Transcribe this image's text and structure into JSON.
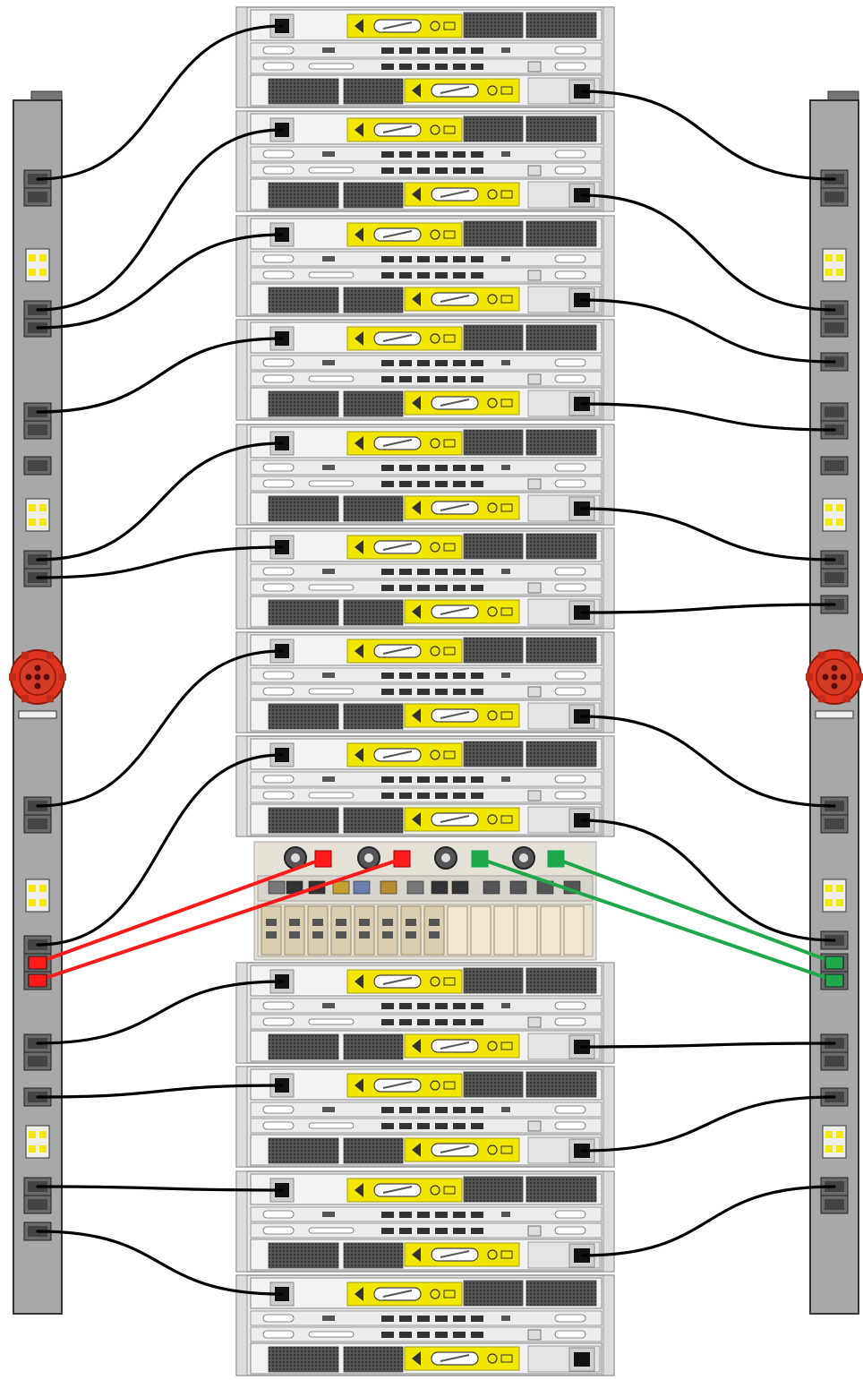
{
  "diagram": {
    "kind": "rack-power-cabling",
    "shelves": [
      {
        "type": "disk-shelf"
      },
      {
        "type": "disk-shelf"
      },
      {
        "type": "disk-shelf"
      },
      {
        "type": "disk-shelf"
      },
      {
        "type": "disk-shelf"
      },
      {
        "type": "disk-shelf"
      },
      {
        "type": "disk-shelf"
      },
      {
        "type": "disk-shelf"
      },
      {
        "type": "controller"
      },
      {
        "type": "disk-shelf"
      },
      {
        "type": "disk-shelf"
      },
      {
        "type": "disk-shelf"
      },
      {
        "type": "disk-shelf"
      }
    ],
    "pdus": [
      {
        "side": "left",
        "connector_icon": "red-power-inlet-icon"
      },
      {
        "side": "right",
        "connector_icon": "red-power-inlet-icon"
      }
    ],
    "cable_colors": {
      "shelf_power": "#000000",
      "controller_left": "#ff1a1a",
      "controller_right": "#1fa84a"
    },
    "colors": {
      "pdu_body": "#a8a8a8",
      "pdu_inlet": "#e0331f",
      "shelf_body": "#e9e9e9",
      "psu_label": "#f2e600",
      "fan_grille": "#4a4a4a"
    }
  }
}
